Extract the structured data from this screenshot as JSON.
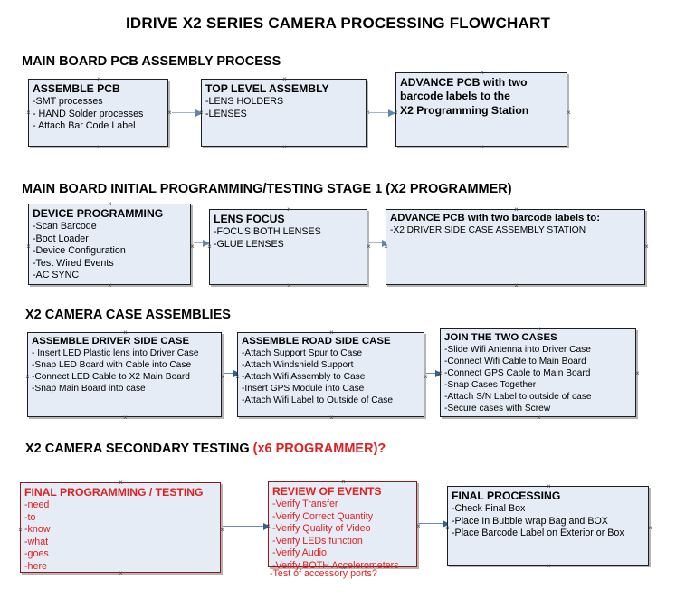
{
  "document": {
    "title": "IDRIVE X2  SERIES CAMERA PROCESSING FLOWCHART"
  },
  "sections": [
    {
      "id": "main-board-pcb-assembly",
      "heading": "MAIN BOARD PCB ASSEMBLY PROCESS",
      "heading_accent": "",
      "boxes": [
        {
          "id": "assemble-pcb",
          "title": "ASSEMBLE PCB",
          "items": [
            "-SMT processes",
            "- HAND Solder processes",
            "- Attach Bar Code Label"
          ]
        },
        {
          "id": "top-level-assembly",
          "title": "TOP LEVEL ASSEMBLY",
          "items": [
            "-LENS HOLDERS",
            "-LENSES"
          ]
        },
        {
          "id": "advance-pcb-x2-programming-station",
          "title": "ADVANCE PCB with two",
          "title_line2": "barcode labels to the",
          "title_line3": " X2 Programming Station",
          "items": []
        }
      ]
    },
    {
      "id": "main-board-initial-programming",
      "heading": "MAIN BOARD INITIAL PROGRAMMING/TESTING STAGE 1 (X2 PROGRAMMER)",
      "heading_accent": "",
      "boxes": [
        {
          "id": "device-programming",
          "title": "DEVICE PROGRAMMING",
          "items": [
            "-Scan Barcode",
            "-Boot Loader",
            "-Device Configuration",
            "-Test Wired Events",
            "-AC SYNC"
          ]
        },
        {
          "id": "lens-focus",
          "title": "LENS FOCUS",
          "items": [
            "-FOCUS BOTH LENSES",
            "-GLUE LENSES"
          ]
        },
        {
          "id": "advance-pcb-driver-side-case",
          "title": "ADVANCE PCB with two barcode labels to:",
          "items": [
            "-X2 DRIVER  SIDE  CASE  ASSEMBLY STATION"
          ]
        }
      ]
    },
    {
      "id": "x2-camera-case-assemblies",
      "heading": "X2 CAMERA CASE ASSEMBLIES",
      "heading_accent": "",
      "boxes": [
        {
          "id": "assemble-driver-side-case",
          "title": "ASSEMBLE DRIVER SIDE CASE",
          "items": [
            "- Insert LED Plastic lens into Driver Case",
            "-Snap LED Board with Cable into Case",
            "-Connect LED Cable to X2 Main Board",
            "-Snap Main Board into case"
          ]
        },
        {
          "id": "assemble-road-side-case",
          "title": "ASSEMBLE ROAD SIDE CASE",
          "items": [
            "-Attach Support Spur to Case",
            "-Attach Windshield Support",
            "-Attach Wifi Assembly to Case",
            "-Insert GPS Module into Case",
            "-Attach Wifi Label to Outside of Case"
          ]
        },
        {
          "id": "join-the-two-cases",
          "title": "JOIN THE TWO CASES",
          "items": [
            "-Slide Wifi Antenna into Driver Case",
            "-Connect Wifi Cable to Main Board",
            "-Connect GPS Cable to Main Board",
            "-Snap Cases Together",
            "-Attach S/N Label to outside of case",
            "-Secure cases with Screw"
          ]
        }
      ]
    },
    {
      "id": "x2-camera-secondary-testing",
      "heading": "X2 CAMERA SECONDARY TESTING ",
      "heading_accent": "(x6 PROGRAMMER)?",
      "boxes": [
        {
          "id": "final-programming-testing",
          "title": "FINAL PROGRAMMING / TESTING",
          "items": [
            "-need",
            "-to",
            "-know",
            "-what",
            "-goes",
            "-here"
          ]
        },
        {
          "id": "review-of-events",
          "title": "REVIEW OF EVENTS",
          "items": [
            "-Verify Transfer",
            "-Verify Correct Quantity",
            "-Verify Quality of Video",
            "-Verify LEDs function",
            "-Verify Audio",
            "-Verify BOTH Accelerometers"
          ],
          "overflow_item": "-Test of accessory ports?"
        },
        {
          "id": "final-processing",
          "title": "FINAL PROCESSING",
          "items": [
            " -Check Final Box",
            "-Place In Bubble wrap Bag and BOX",
            "-Place Barcode Label on Exterior or Box"
          ]
        }
      ]
    }
  ],
  "colors": {
    "box_fill": "#e6ecf5",
    "box_border": "#1d1d1d",
    "red_text": "#e02020",
    "connector": "#9fb6cc",
    "arrow": "#5f86ad"
  }
}
